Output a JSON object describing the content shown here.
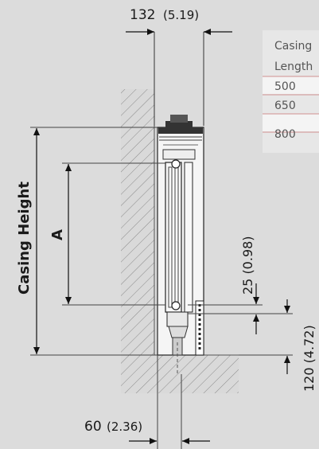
{
  "dimensions": {
    "top_width": {
      "value": "132",
      "unit_value": "(5.19)"
    },
    "bottom_width": {
      "value": "60",
      "unit_value": "(2.36)"
    },
    "gap": {
      "value": "25 (0.98)"
    },
    "floor_clearance": {
      "value": "120 (4.72)"
    },
    "casing_height_label": "Casing Height",
    "a_label": "A"
  },
  "table": {
    "header_line1": "Casing",
    "header_line2": "Length",
    "rows": [
      "500",
      "650",
      "800"
    ]
  }
}
